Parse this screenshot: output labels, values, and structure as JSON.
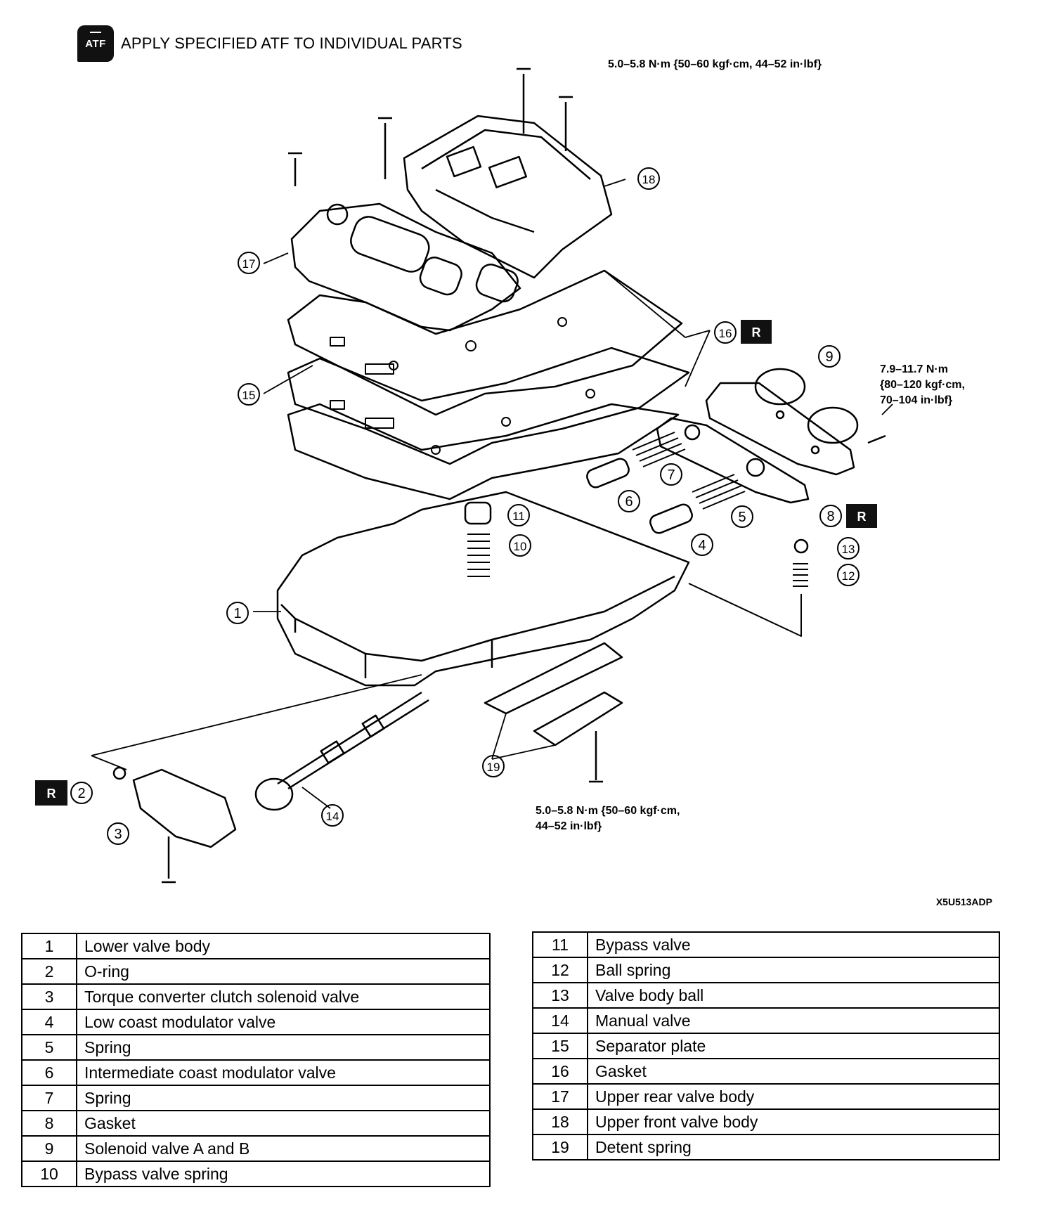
{
  "header": {
    "badge": "ATF",
    "instruction": "APPLY SPECIFIED ATF TO INDIVIDUAL PARTS"
  },
  "torque": {
    "upper_line1": "5.0–5.8 N·m {50–60 kgf·cm, 44–52 in·lbf}",
    "solenoid_line1": "7.9–11.7 N·m",
    "solenoid_line2": "{80–120 kgf·cm,",
    "solenoid_line3": "70–104 in·lbf}",
    "detent_line1": "5.0–5.8 N·m {50–60 kgf·cm,",
    "detent_line2": "44–52 in·lbf}"
  },
  "replace_badge": "R",
  "callouts": [
    "1",
    "2",
    "3",
    "4",
    "5",
    "6",
    "7",
    "8",
    "9",
    "10",
    "11",
    "12",
    "13",
    "14",
    "15",
    "16",
    "17",
    "18",
    "19"
  ],
  "figure_code": "X5U513ADP",
  "parts_left": [
    {
      "num": "1",
      "name": "Lower valve body"
    },
    {
      "num": "2",
      "name": "O-ring"
    },
    {
      "num": "3",
      "name": "Torque converter clutch solenoid valve"
    },
    {
      "num": "4",
      "name": "Low coast modulator valve"
    },
    {
      "num": "5",
      "name": "Spring"
    },
    {
      "num": "6",
      "name": "Intermediate coast modulator valve"
    },
    {
      "num": "7",
      "name": "Spring"
    },
    {
      "num": "8",
      "name": "Gasket"
    },
    {
      "num": "9",
      "name": "Solenoid valve A and B"
    },
    {
      "num": "10",
      "name": "Bypass valve spring"
    }
  ],
  "parts_right": [
    {
      "num": "11",
      "name": "Bypass valve"
    },
    {
      "num": "12",
      "name": "Ball spring"
    },
    {
      "num": "13",
      "name": "Valve body ball"
    },
    {
      "num": "14",
      "name": "Manual valve"
    },
    {
      "num": "15",
      "name": "Separator plate"
    },
    {
      "num": "16",
      "name": "Gasket"
    },
    {
      "num": "17",
      "name": "Upper rear valve body"
    },
    {
      "num": "18",
      "name": "Upper front valve body"
    },
    {
      "num": "19",
      "name": "Detent spring"
    }
  ]
}
